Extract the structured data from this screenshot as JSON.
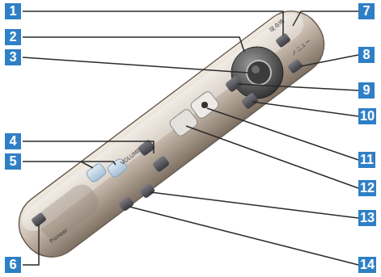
{
  "diagram": {
    "labels": [
      "1",
      "2",
      "3",
      "4",
      "5",
      "6",
      "7",
      "8",
      "9",
      "10",
      "11",
      "12",
      "13",
      "14",
      "現在地",
      "メニュー",
      "VOLUME",
      "Pioneer"
    ]
  }
}
